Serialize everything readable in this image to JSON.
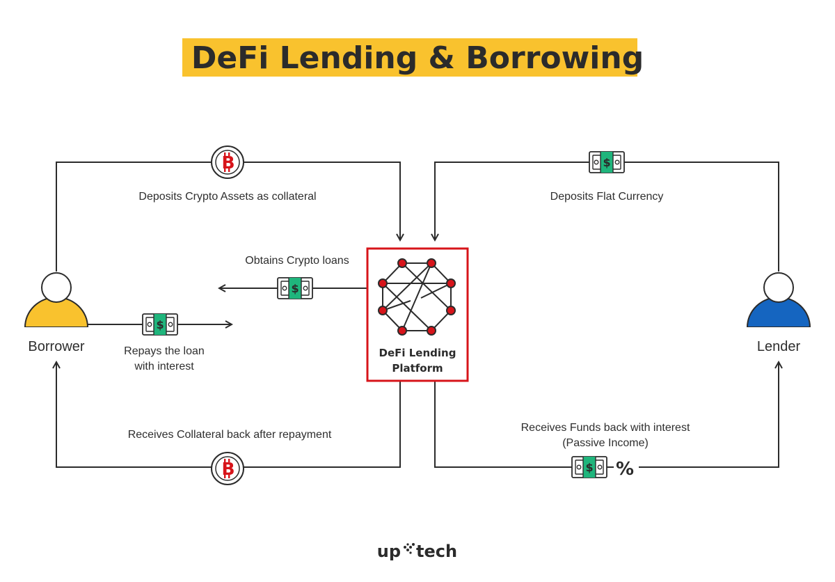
{
  "title": "DeFi Lending & Borrowing",
  "colors": {
    "title_highlight": "#F9C22E",
    "borrower": "#F9C22E",
    "lender": "#1565C0",
    "platform_border": "#D7141A",
    "node": "#D7141A",
    "bill_green": "#1FB57C",
    "line": "#2B2B2B"
  },
  "actors": {
    "borrower": "Borrower",
    "lender": "Lender"
  },
  "platform": {
    "line1": "DeFi Lending",
    "line2": "Platform"
  },
  "flows": {
    "borrower_deposit": "Deposits Crypto Assets as collateral",
    "lender_deposit": "Deposits Flat Currency",
    "obtain_loans": "Obtains Crypto loans",
    "repay_line1": "Repays the loan",
    "repay_line2": "with interest",
    "collateral_back": "Receives Collateral back after repayment",
    "funds_back_line1": "Receives Funds back with interest",
    "funds_back_line2": "(Passive Income)"
  },
  "percent_symbol": "%",
  "logo": {
    "left": "up",
    "right": "tech"
  },
  "icons": [
    "bitcoin-coin-icon",
    "banknote-icon",
    "person-icon",
    "network-icon",
    "arrow-icon"
  ]
}
